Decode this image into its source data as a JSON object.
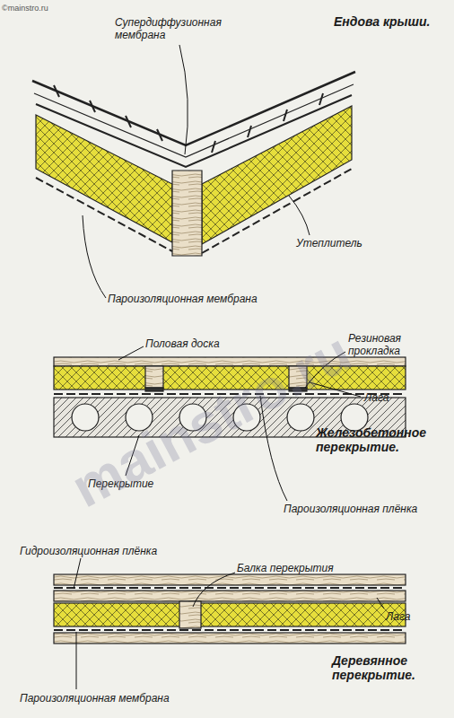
{
  "diagram": {
    "labels": [
      "©mainstro.ru",
      "Ендова крыши.",
      "Супердиффузионная мембрана",
      "Утеплитель",
      "Пароизоляционная мембрана",
      "Половая доска",
      "Резиновая прокладка",
      "Лага",
      "Железобетонное перекрытие.",
      "Перекрытие",
      "Пароизоляционная плёнка",
      "Гидроизоляционная плёнка",
      "Балка перекрытия",
      "Лага",
      "Деревянное перекрытие.",
      "Пароизоляционная мембрана",
      "mainstro.ru"
    ]
  }
}
